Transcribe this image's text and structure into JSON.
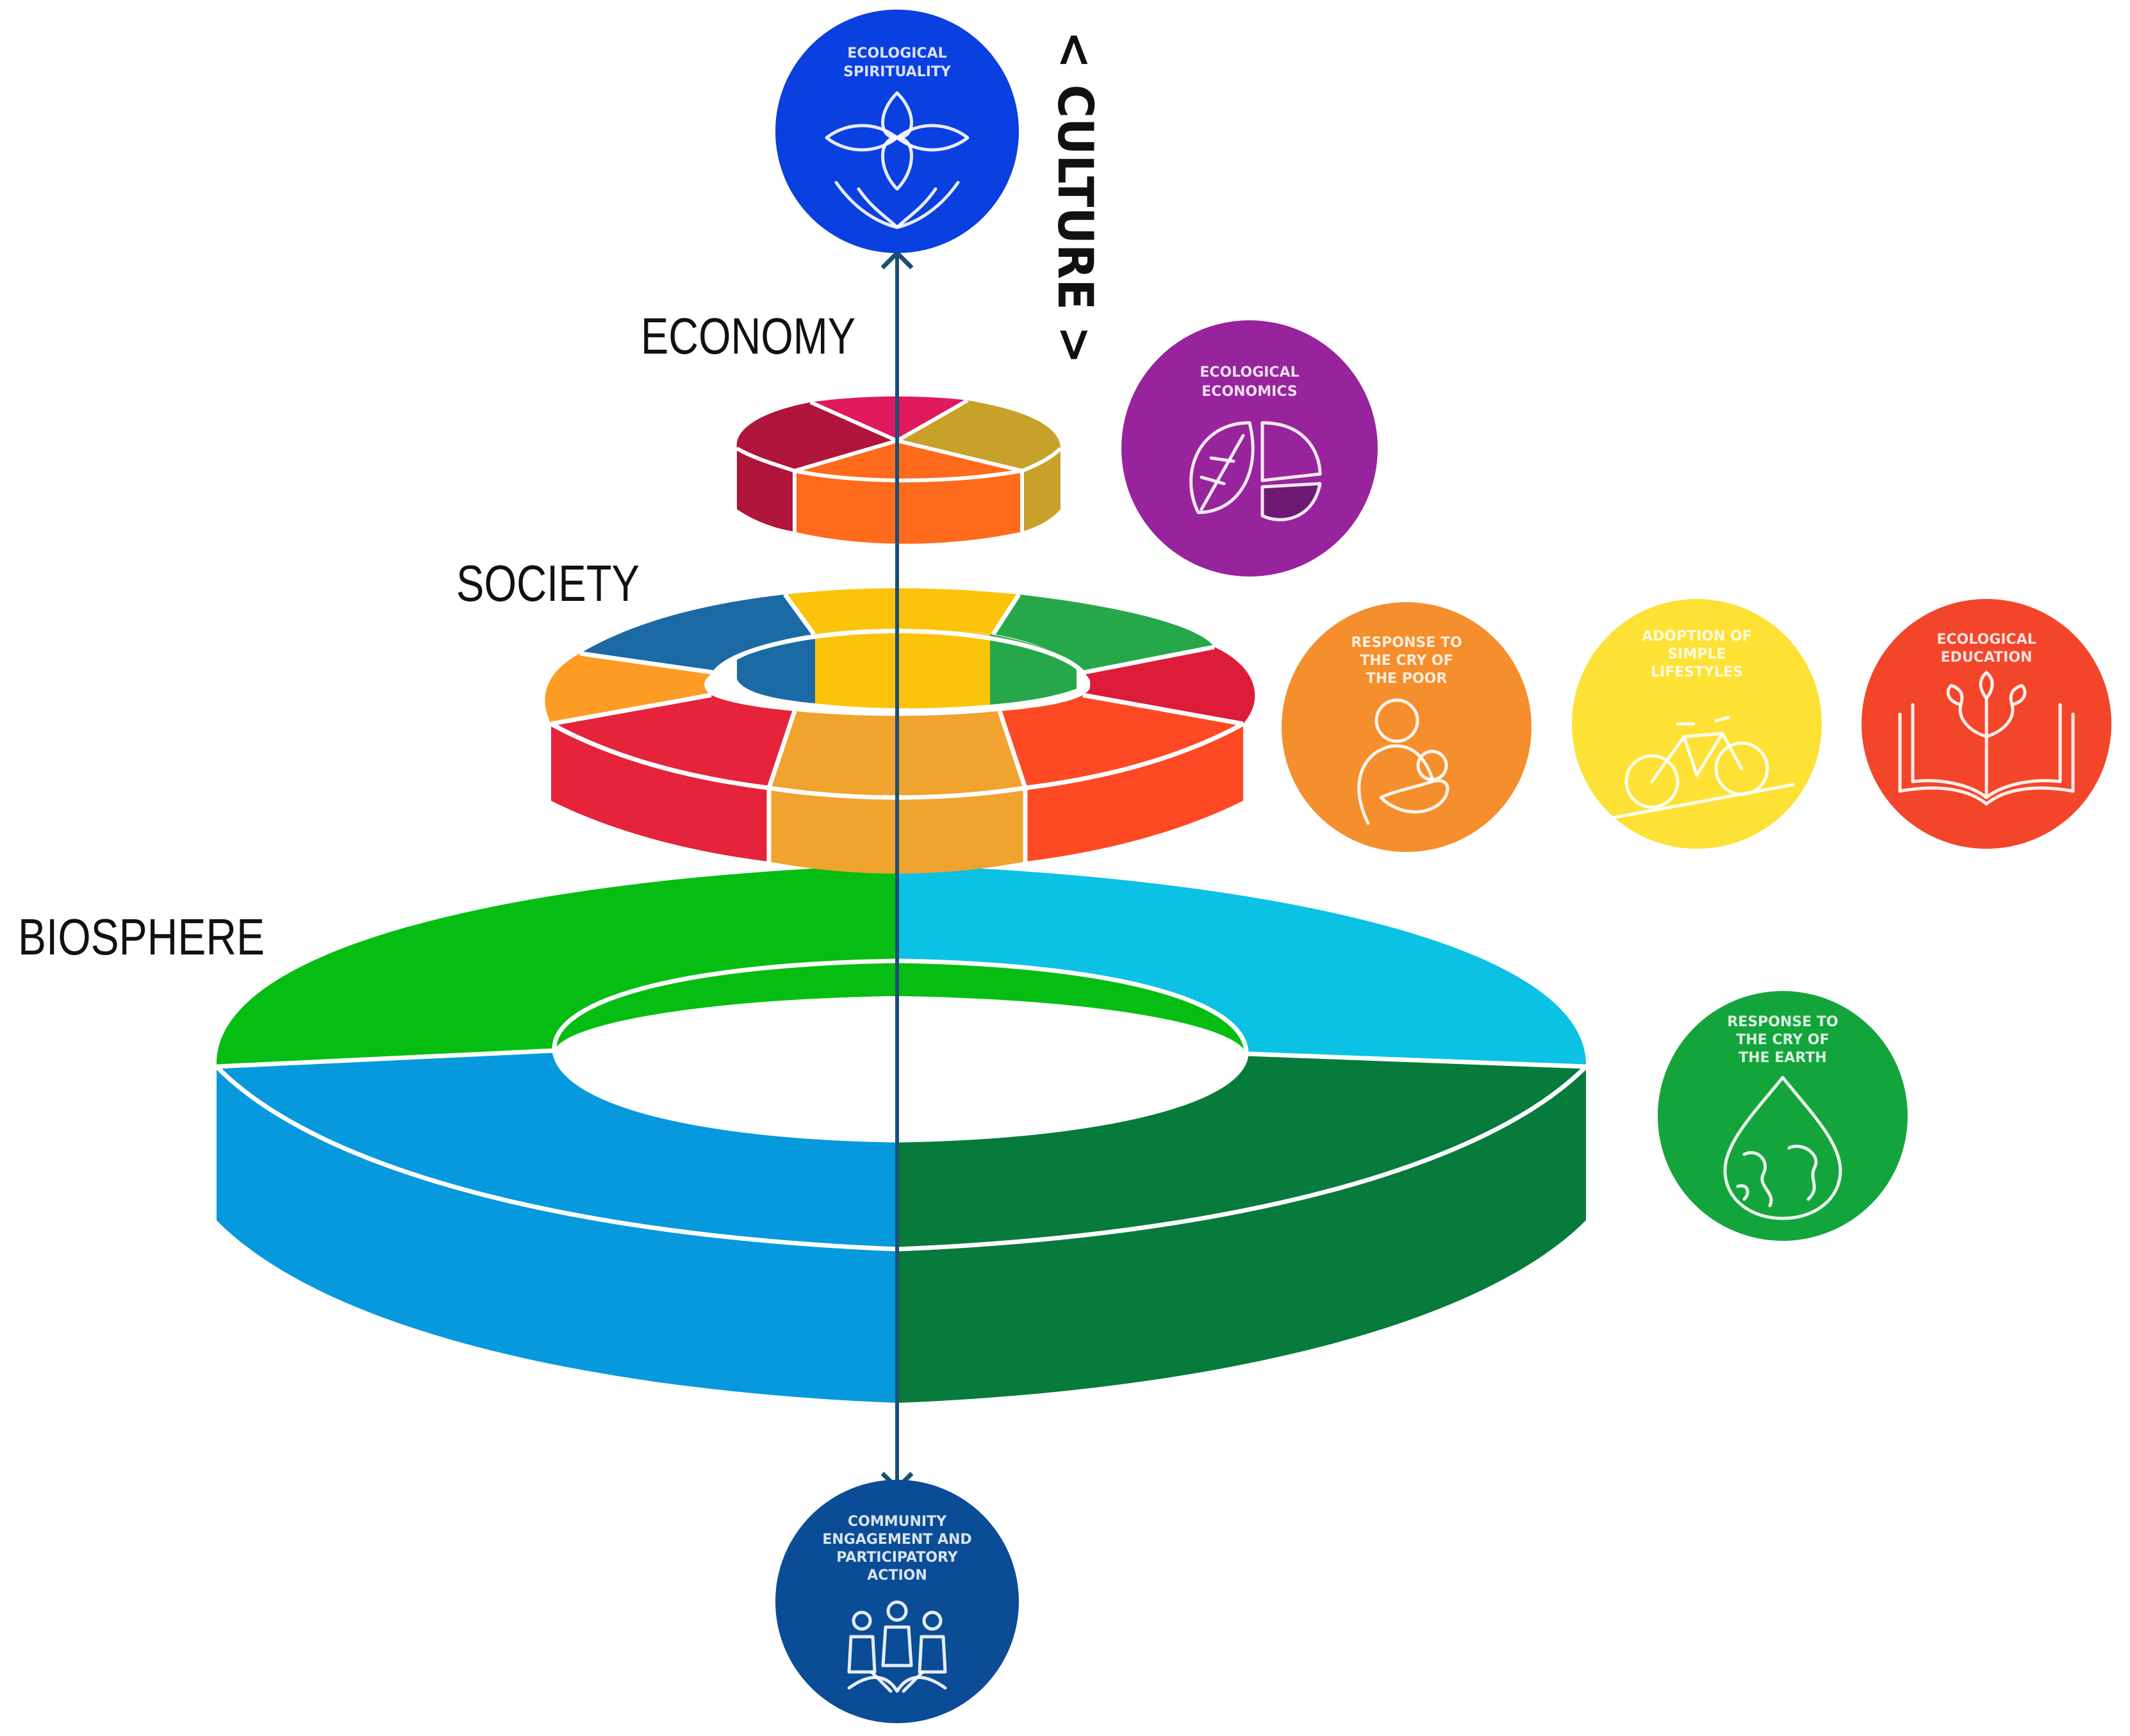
{
  "labels": {
    "economy": "ECONOMY",
    "society": "SOCIETY",
    "biosphere": "BIOSPHERE",
    "culture": "< CULTURE >"
  },
  "badges": {
    "spirituality": {
      "lines": [
        "ECOLOGICAL",
        "SPIRITUALITY"
      ],
      "color": "#0a3fe0",
      "icon": "lotus-icon"
    },
    "economics": {
      "lines": [
        "ECOLOGICAL",
        "ECONOMICS"
      ],
      "color": "#97249c",
      "icon": "leaf-pie-icon"
    },
    "poor": {
      "lines": [
        "RESPONSE TO",
        "THE CRY OF",
        "THE POOR"
      ],
      "color": "#f58e2c",
      "icon": "mother-child-icon"
    },
    "lifestyles": {
      "lines": [
        "ADOPTION OF",
        "SIMPLE",
        "LIFESTYLES"
      ],
      "color": "#fde135",
      "icon": "bicycle-icon"
    },
    "education": {
      "lines": [
        "ECOLOGICAL",
        "EDUCATION"
      ],
      "color": "#f2452a",
      "icon": "book-tree-icon"
    },
    "earth": {
      "lines": [
        "RESPONSE TO",
        "THE CRY OF",
        "THE EARTH"
      ],
      "color": "#14a43c",
      "icon": "earth-drop-icon"
    },
    "community": {
      "lines": [
        "COMMUNITY",
        "ENGAGEMENT AND",
        "PARTICIPATORY",
        "ACTION"
      ],
      "color": "#0a4c96",
      "icon": "people-icon"
    }
  },
  "colors": {
    "axis": "#1c4f74",
    "economy": [
      "#e0185e",
      "#c8a12a",
      "#ff6a1c",
      "#b0153b"
    ],
    "society": [
      "#fcc30b",
      "#26a84a",
      "#dd1c3a",
      "#fd4a24",
      "#f0a32e",
      "#e5243b",
      "#fd9c25",
      "#1b6aa6"
    ],
    "biosphere": [
      "#0bc2e4",
      "#067b3c",
      "#0799dd",
      "#06be13"
    ]
  }
}
